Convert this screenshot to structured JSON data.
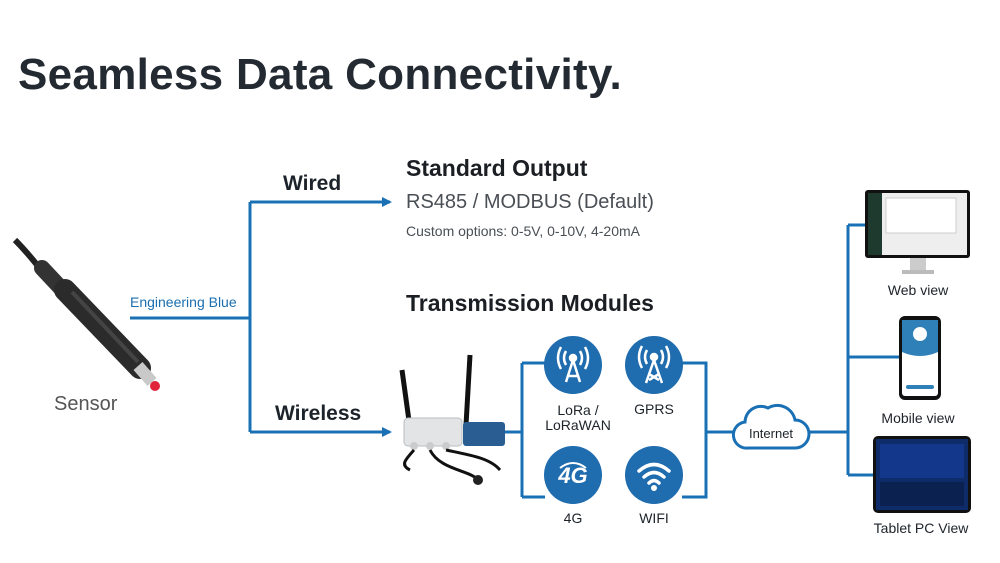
{
  "title": "Seamless Data Connectivity.",
  "sensor": {
    "label": "Sensor",
    "cable_label": "Engineering Blue"
  },
  "branches": {
    "wired": "Wired",
    "wireless": "Wireless"
  },
  "standard_output": {
    "heading": "Standard Output",
    "protocol": "RS485 / MODBUS (Default)",
    "custom": "Custom options: 0-5V, 0-10V, 4-20mA"
  },
  "transmission": {
    "heading": "Transmission Modules",
    "modules": [
      {
        "label_line1": "LoRa /",
        "label_line2": "LoRaWAN",
        "icon": "radio-tower-icon"
      },
      {
        "label": "GPRS",
        "icon": "cell-tower-icon"
      },
      {
        "label": "4G",
        "icon": "4g-icon"
      },
      {
        "label": "WIFI",
        "icon": "wifi-icon"
      }
    ]
  },
  "internet": "Internet",
  "views": [
    "Web view",
    "Mobile view",
    "Tablet PC View"
  ],
  "colors": {
    "accent": "#1b6fb0",
    "line": "#1a70b5",
    "circle": "#1f6cae"
  }
}
